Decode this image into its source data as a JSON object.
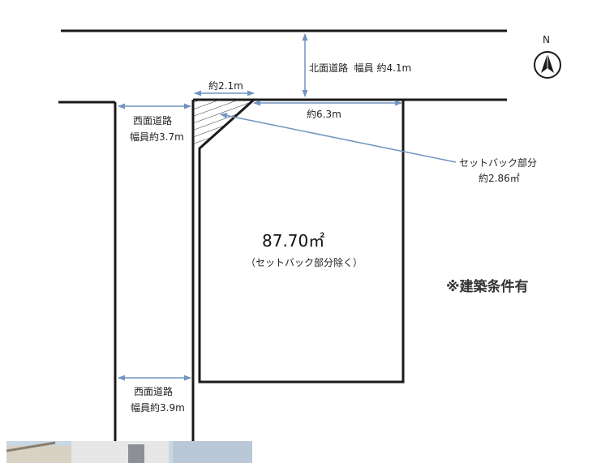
{
  "north": {
    "label": "N"
  },
  "roads": {
    "north": {
      "name": "北面道路",
      "width": "幅員 約4.1m"
    },
    "west_upper": {
      "name": "西面道路",
      "width": "幅員約3.7m"
    },
    "west_lower": {
      "name": "西面道路",
      "width": "幅員約3.9m"
    }
  },
  "dimensions": {
    "corner_cut": "約2.1m",
    "frontage": "約6.3m"
  },
  "setback": {
    "title": "セットバック部分",
    "area": "約2.86㎡"
  },
  "lot": {
    "area": "87.70㎡",
    "note": "（セットバック部分除く）"
  },
  "condition": "※建築条件有",
  "colors": {
    "line": "#1a1a1a",
    "dim": "#6f94bf",
    "hatch": "#333333",
    "background": "#ffffff"
  }
}
